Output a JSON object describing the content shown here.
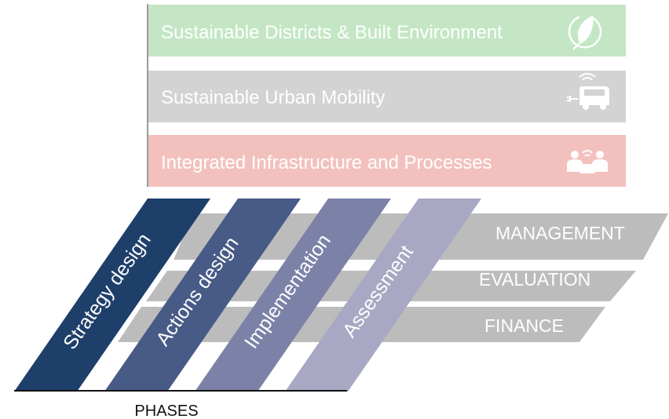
{
  "theme_bands": [
    {
      "label": "Sustainable Districts & Built Environment",
      "color": "#c4e6c4",
      "icon": "leaf-plug-icon"
    },
    {
      "label": "Sustainable Urban Mobility",
      "color": "#d3d3d3",
      "icon": "electric-car-icon"
    },
    {
      "label": "Integrated Infrastructure and Processes",
      "color": "#f3c1bd",
      "icon": "people-wifi-icon"
    }
  ],
  "dimensions": [
    {
      "label": "MANAGEMENT",
      "color": "#bcbcbc"
    },
    {
      "label": "EVALUATION",
      "color": "#bcbcbc"
    },
    {
      "label": "FINANCE",
      "color": "#bcbcbc"
    }
  ],
  "phases": [
    {
      "label": "Strategy design",
      "color": "#1f3f6b"
    },
    {
      "label": "Actions design",
      "color": "#485a86"
    },
    {
      "label": "Implementation",
      "color": "#7c82a7"
    },
    {
      "label": "Assessment",
      "color": "#a8a8c4"
    }
  ],
  "axis_label": "PHASES"
}
